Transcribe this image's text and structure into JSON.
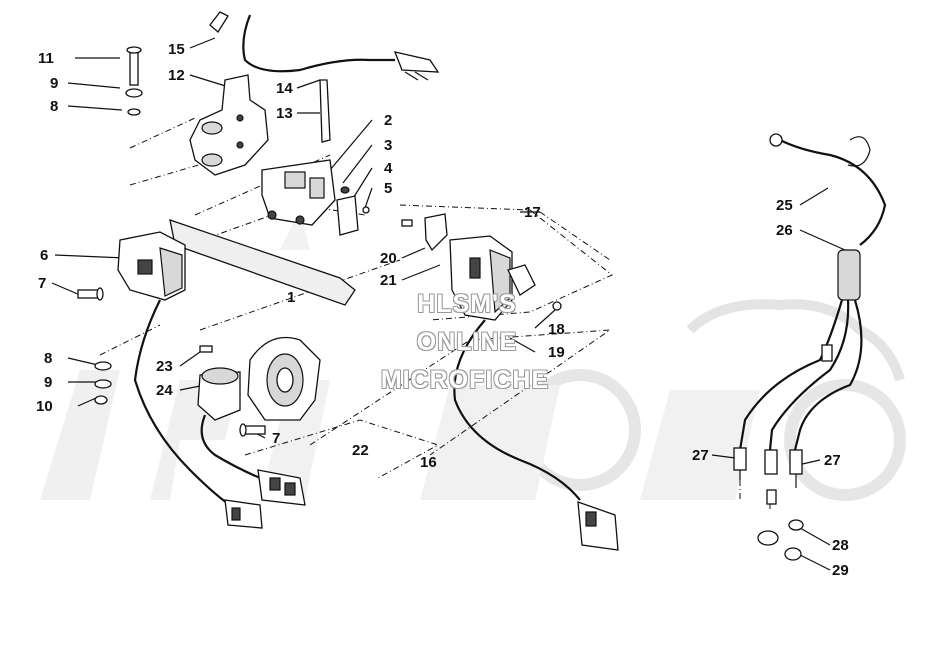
{
  "watermark": {
    "line1": "HLSM'S",
    "line2": "ONLINE",
    "line3": "MICROFICHE"
  },
  "callouts": [
    {
      "id": "11",
      "label": "11"
    },
    {
      "id": "9a",
      "label": "9"
    },
    {
      "id": "8a",
      "label": "8"
    },
    {
      "id": "15",
      "label": "15"
    },
    {
      "id": "12",
      "label": "12"
    },
    {
      "id": "14",
      "label": "14"
    },
    {
      "id": "13",
      "label": "13"
    },
    {
      "id": "2",
      "label": "2"
    },
    {
      "id": "3",
      "label": "3"
    },
    {
      "id": "4",
      "label": "4"
    },
    {
      "id": "5",
      "label": "5"
    },
    {
      "id": "6",
      "label": "6"
    },
    {
      "id": "7a",
      "label": "7"
    },
    {
      "id": "1",
      "label": "1"
    },
    {
      "id": "17",
      "label": "17"
    },
    {
      "id": "20",
      "label": "20"
    },
    {
      "id": "21",
      "label": "21"
    },
    {
      "id": "18",
      "label": "18"
    },
    {
      "id": "19",
      "label": "19"
    },
    {
      "id": "8b",
      "label": "8"
    },
    {
      "id": "9b",
      "label": "9"
    },
    {
      "id": "10",
      "label": "10"
    },
    {
      "id": "23",
      "label": "23"
    },
    {
      "id": "24",
      "label": "24"
    },
    {
      "id": "7b",
      "label": "7"
    },
    {
      "id": "22",
      "label": "22"
    },
    {
      "id": "16",
      "label": "16"
    },
    {
      "id": "25",
      "label": "25"
    },
    {
      "id": "26",
      "label": "26"
    },
    {
      "id": "27a",
      "label": "27"
    },
    {
      "id": "27b",
      "label": "27"
    },
    {
      "id": "28",
      "label": "28"
    },
    {
      "id": "29",
      "label": "29"
    }
  ]
}
